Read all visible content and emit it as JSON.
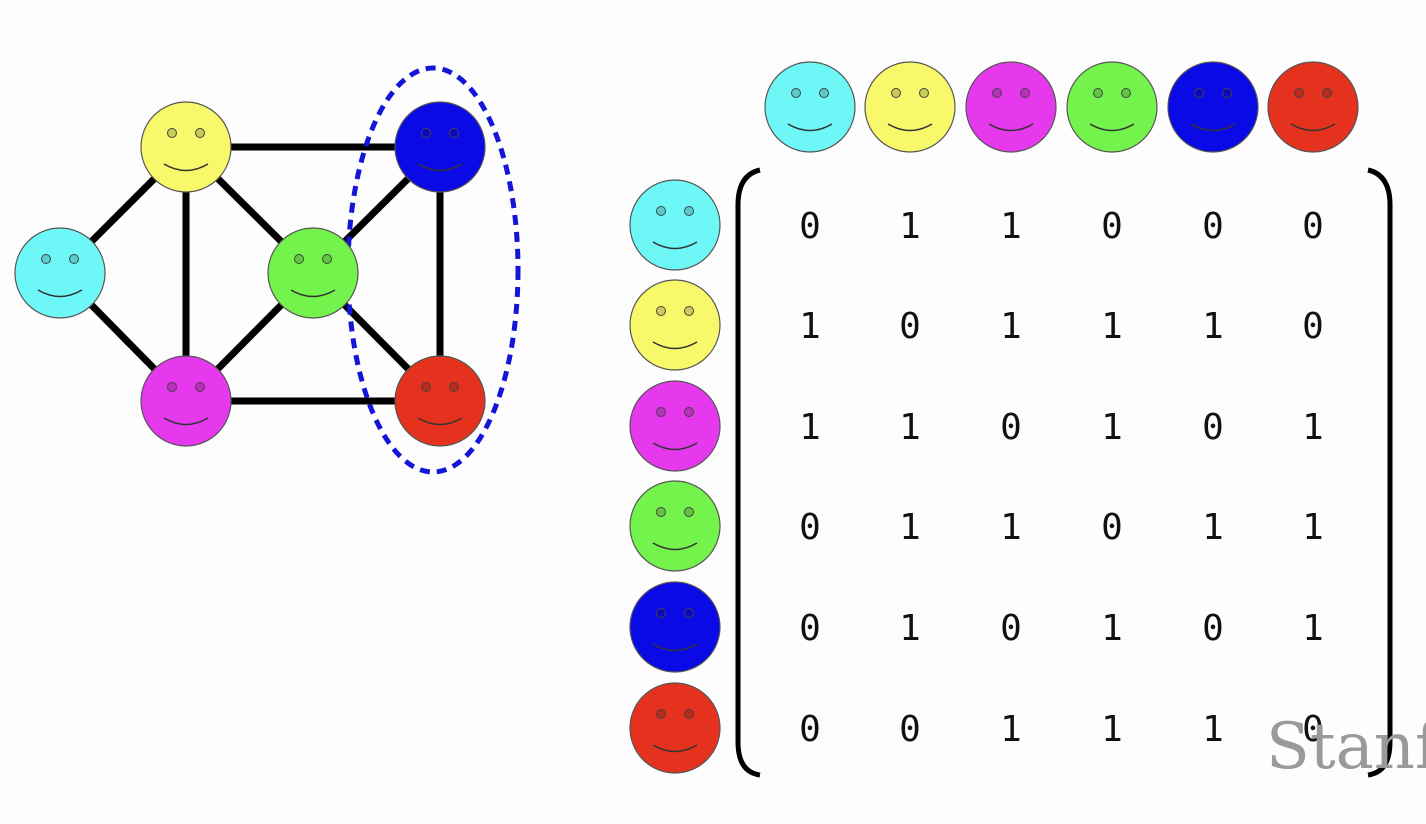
{
  "nodes": [
    {
      "id": "cyan",
      "color": "#6ef7f7",
      "icon": "smiley-face"
    },
    {
      "id": "yellow",
      "color": "#f8f86b",
      "icon": "smiley-face"
    },
    {
      "id": "magenta",
      "color": "#e638ec",
      "icon": "smiley-face"
    },
    {
      "id": "green",
      "color": "#73f34c",
      "icon": "smiley-face"
    },
    {
      "id": "blue",
      "color": "#0a0ae6",
      "icon": "smiley-face"
    },
    {
      "id": "red",
      "color": "#e5321e",
      "icon": "smiley-face"
    }
  ],
  "edges": [
    [
      "cyan",
      "yellow"
    ],
    [
      "cyan",
      "magenta"
    ],
    [
      "yellow",
      "magenta"
    ],
    [
      "yellow",
      "green"
    ],
    [
      "yellow",
      "blue"
    ],
    [
      "magenta",
      "green"
    ],
    [
      "magenta",
      "red"
    ],
    [
      "green",
      "blue"
    ],
    [
      "green",
      "red"
    ],
    [
      "blue",
      "red"
    ]
  ],
  "highlighted_group": [
    "blue",
    "red"
  ],
  "highlight_color": "#1515d8",
  "adjacency_matrix": [
    [
      "0",
      "1",
      "1",
      "0",
      "0",
      "0"
    ],
    [
      "1",
      "0",
      "1",
      "1",
      "1",
      "0"
    ],
    [
      "1",
      "1",
      "0",
      "1",
      "0",
      "1"
    ],
    [
      "0",
      "1",
      "1",
      "0",
      "1",
      "1"
    ],
    [
      "0",
      "1",
      "0",
      "1",
      "0",
      "1"
    ],
    [
      "0",
      "0",
      "1",
      "1",
      "1",
      "0"
    ]
  ],
  "watermark": "Stanf"
}
